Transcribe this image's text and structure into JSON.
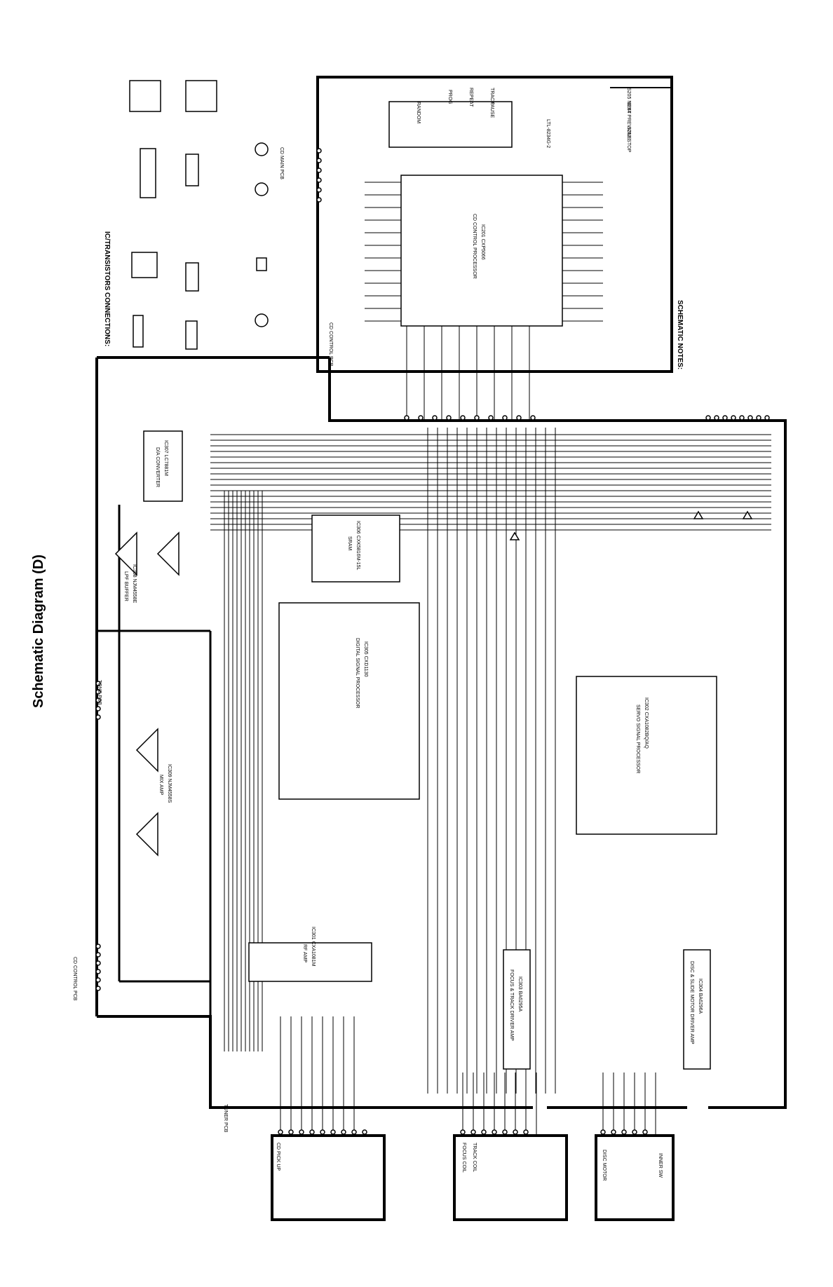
{
  "page": {
    "title": "Schematic Diagram (D)"
  },
  "ic_blocks": {
    "ic301": {
      "ref": "IC301 CXA1081M",
      "function": "RF AMP"
    },
    "ic302": {
      "ref": "IC302 CXA1082BQ/AQ",
      "function": "SERVO SIGNAL PROCESSOR"
    },
    "ic303": {
      "ref": "IC303 BA6295A",
      "function": "FOCUS & TRACK DRIVER AMP"
    },
    "ic304": {
      "ref": "IC304 BA6296A",
      "function": "DISC & SLIDE MOTOR DRIVER AMP"
    },
    "ic305": {
      "ref": "IC305 CXD1130",
      "function": "DIGITAL SIGNAL PROCESSOR"
    },
    "ic306": {
      "ref": "IC306 CXK5816M-15L",
      "function": "SRAM"
    },
    "ic307": {
      "ref": "IC307 LC7881M",
      "function": "D/A CONVERTER"
    },
    "ic308": {
      "ref": "IC308 NJM4558E",
      "function": "LPF BUFFER"
    },
    "ic309": {
      "ref": "IC309 NJM4558S",
      "function": "MIX AMP"
    },
    "ic201": {
      "ref": "IC201 CXP5066",
      "function": "CD CONTROL PROCESSOR"
    }
  },
  "sections": {
    "cd_control_pcb": "CD CONTROL PCB",
    "cd_main_pcb": "CD MAIN PCB",
    "tone_pcb": "TONE PCB",
    "tuner_pcb": "TUNER PCB",
    "cd_pickup": "CD PICK UP",
    "focus_coil": "FOCUS COIL",
    "track_coil": "TRACK COIL",
    "disc_motor": "DISC MOTOR",
    "inner_sw": "INNER SW",
    "ic_connections": "IC/TRANSISTORS CONNECTIONS:",
    "schematic_notes": "SCHEMATIC NOTES:",
    "display": "LTL-8234G-2",
    "display_words": [
      "PAUSE",
      "TRACK",
      "REPEAT",
      "PROG",
      "RANDOM"
    ]
  },
  "switches": {
    "s203": "S203 STOP",
    "s204": "S204 PREVIOUS",
    "s205": "S205 NEXT"
  },
  "legend": {
    "icon": "critical-component-icon"
  }
}
